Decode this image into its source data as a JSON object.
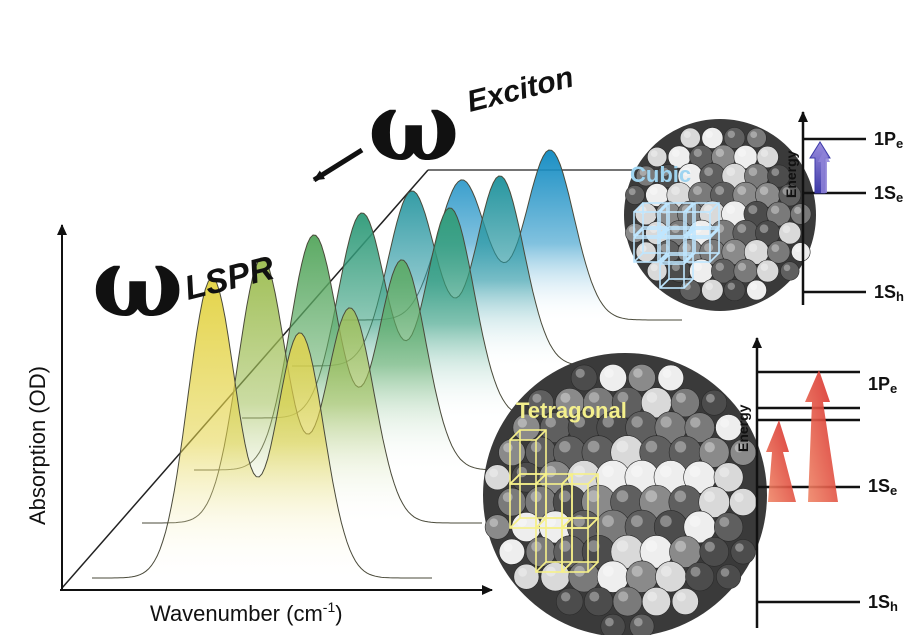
{
  "axes": {
    "y_label": "Absorption (OD)",
    "x_label": "Wavenumber (cm",
    "x_label_sup": "-1",
    "x_label_close": ")"
  },
  "annotations": {
    "omega_symbol": "ω",
    "lspr_sub": "LSPR",
    "exciton_sub": "Exciton"
  },
  "cubic": {
    "label": "Cubic",
    "label_color": "#9fd4f0",
    "energy_label": "Energy",
    "levels": [
      {
        "main": "1P",
        "sub": "e"
      },
      {
        "main": "1S",
        "sub": "e"
      },
      {
        "main": "1S",
        "sub": "h"
      }
    ],
    "arrow_color": "#6a5cc8"
  },
  "tetragonal": {
    "label": "Tetragonal",
    "label_color": "#f3ef8c",
    "energy_label": "Energy",
    "levels": [
      {
        "main": "1P",
        "sub": "e"
      },
      {
        "main": "1S",
        "sub": "e"
      },
      {
        "main": "1S",
        "sub": "h"
      }
    ],
    "arrow_color": "#e23a3a"
  },
  "colors": {
    "curve_front": "#e4d44a",
    "curve_back": "#1a8fc4",
    "cube_cubic": "#bfe6ff",
    "cube_tetragonal": "#f6f08a"
  }
}
